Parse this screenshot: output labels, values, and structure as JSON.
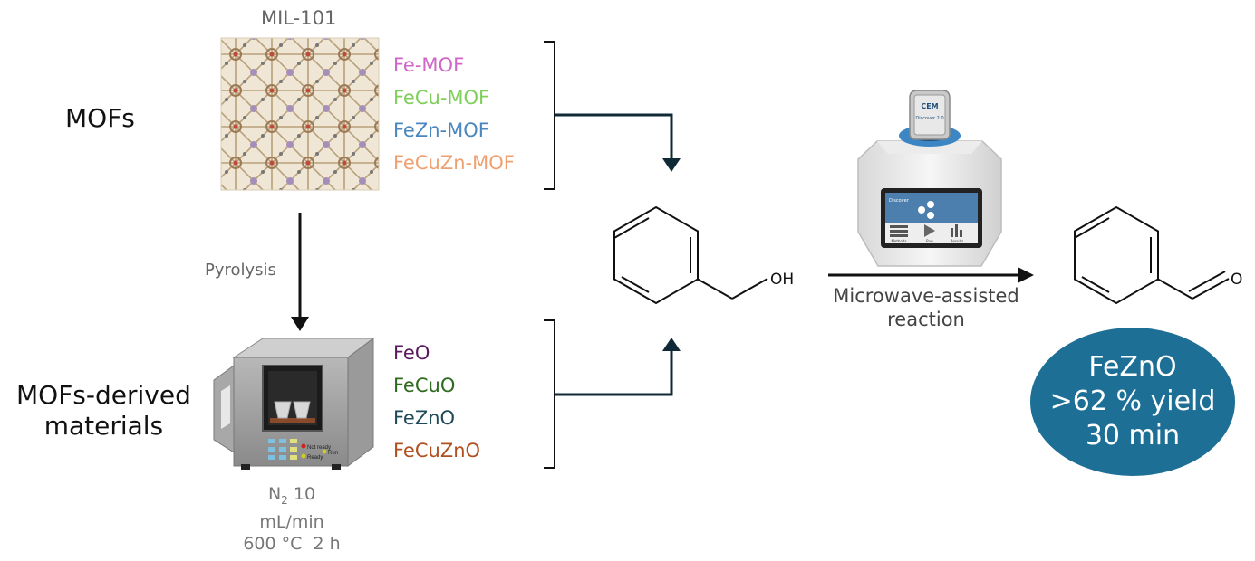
{
  "mof_section": {
    "framework_label": "MIL-101",
    "row_label": "MOFs",
    "items": [
      {
        "label": "Fe-MOF",
        "color": "#d066c6"
      },
      {
        "label": "FeCu-MOF",
        "color": "#7fcf5a"
      },
      {
        "label": "FeZn-MOF",
        "color": "#4a86c0"
      },
      {
        "label": "FeCuZn-MOF",
        "color": "#f0a070"
      }
    ]
  },
  "pyrolysis": {
    "step_label": "Pyrolysis",
    "conditions": {
      "gas": "N",
      "gas_subscript": "2",
      "flow_value": "10",
      "flow_unit": "mL/min",
      "temperature": "600 °C",
      "time": "2 h"
    }
  },
  "derived_section": {
    "row_label_line1": "MOFs-derived",
    "row_label_line2": "materials",
    "items": [
      {
        "label": "FeO",
        "color": "#5a1a5e"
      },
      {
        "label": "FeCuO",
        "color": "#2e6b1e"
      },
      {
        "label": "FeZnO",
        "color": "#1e4a5a"
      },
      {
        "label": "FeCuZnO",
        "color": "#b0501e"
      }
    ]
  },
  "furnace": {
    "status_not_ready": "Not ready",
    "status_ready": "Ready",
    "status_run": "Run"
  },
  "reactant": {
    "group_label": "OH"
  },
  "reactor": {
    "brand": "CEM",
    "model": "Discover 2.0",
    "screen_title": "Discover",
    "tab_methods": "Methods",
    "tab_run": "Run",
    "tab_results": "Results"
  },
  "reaction": {
    "label_line1": "Microwave-assisted",
    "label_line2": "reaction"
  },
  "product": {
    "group_label": "O"
  },
  "result": {
    "catalyst": "FeZnO",
    "yield": ">62 % yield",
    "time": "30 min"
  }
}
